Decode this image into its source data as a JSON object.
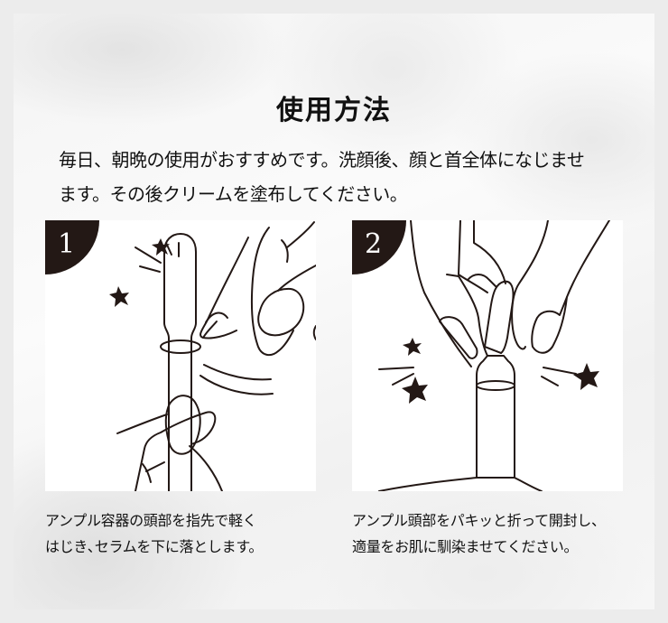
{
  "page": {
    "title": "使用方法",
    "intro": {
      "line1": "毎日、朝晩の使用がおすすめです。洗顔後、顔と首全体になじませ",
      "line2": "ます。その後クリームを塗布してください。"
    }
  },
  "steps": [
    {
      "number": "1",
      "illustration": "finger-flicking-ampoule-head",
      "caption": {
        "line1": "アンプル容器の頭部を指先で軽く",
        "line2": "はじき､セラムを下に落とします。"
      }
    },
    {
      "number": "2",
      "illustration": "snapping-ampoule-open",
      "caption": {
        "line1": "アンプル頭部をパキッと折って開封し、",
        "line2": "適量をお肌に馴染ませてください。"
      }
    }
  ],
  "colors": {
    "background": "#ececec",
    "badge": "#231815",
    "badge_text": "#ffffff",
    "text": "#111111",
    "panel": "#ffffff"
  }
}
